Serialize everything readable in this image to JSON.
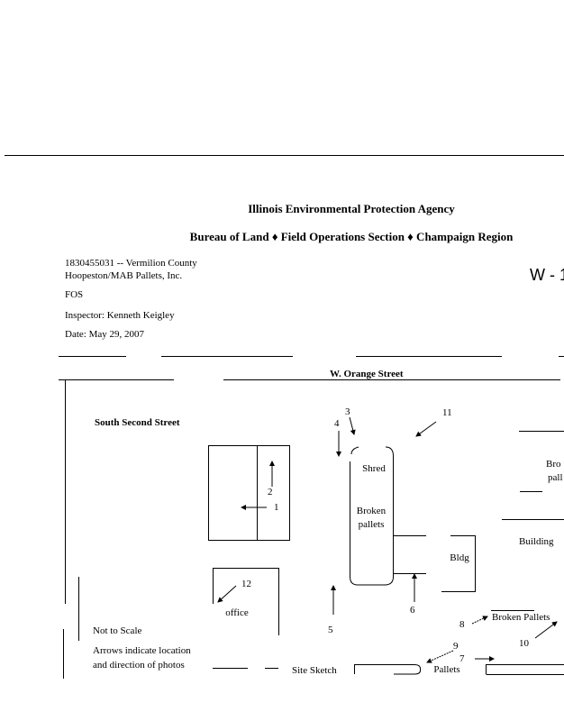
{
  "header": {
    "agency": "Illinois Environmental Protection Agency",
    "subtitle": "Bureau of Land ♦ Field Operations Section ♦ Champaign Region",
    "site_id": "1830455031 -- Vermilion County",
    "facility": "Hoopeston/MAB Pallets, Inc.",
    "section": "FOS",
    "inspector": "Inspector: Kenneth Keigley",
    "date": "Date: May 29, 2007",
    "page_mark": "W - 1"
  },
  "sketch": {
    "street_north": "W. Orange Street",
    "street_west": "South Second Street",
    "labels": {
      "shred": "Shred",
      "broken_pallets_1": "Broken",
      "broken_pallets_2": "pallets",
      "bldg": "Bldg",
      "office": "office",
      "building": "Building",
      "broken_right_1": "Bro",
      "broken_right_2": "pall",
      "broken_pallets_lower": "Broken Pallets",
      "pallets": "Pallets"
    },
    "photo_numbers": [
      "1",
      "2",
      "3",
      "4",
      "5",
      "6",
      "7",
      "8",
      "9",
      "10",
      "11",
      "12"
    ],
    "legend": {
      "scale": "Not to Scale",
      "arrows_1": "Arrows indicate location",
      "arrows_2": "and direction of photos",
      "title": "Site Sketch"
    }
  }
}
